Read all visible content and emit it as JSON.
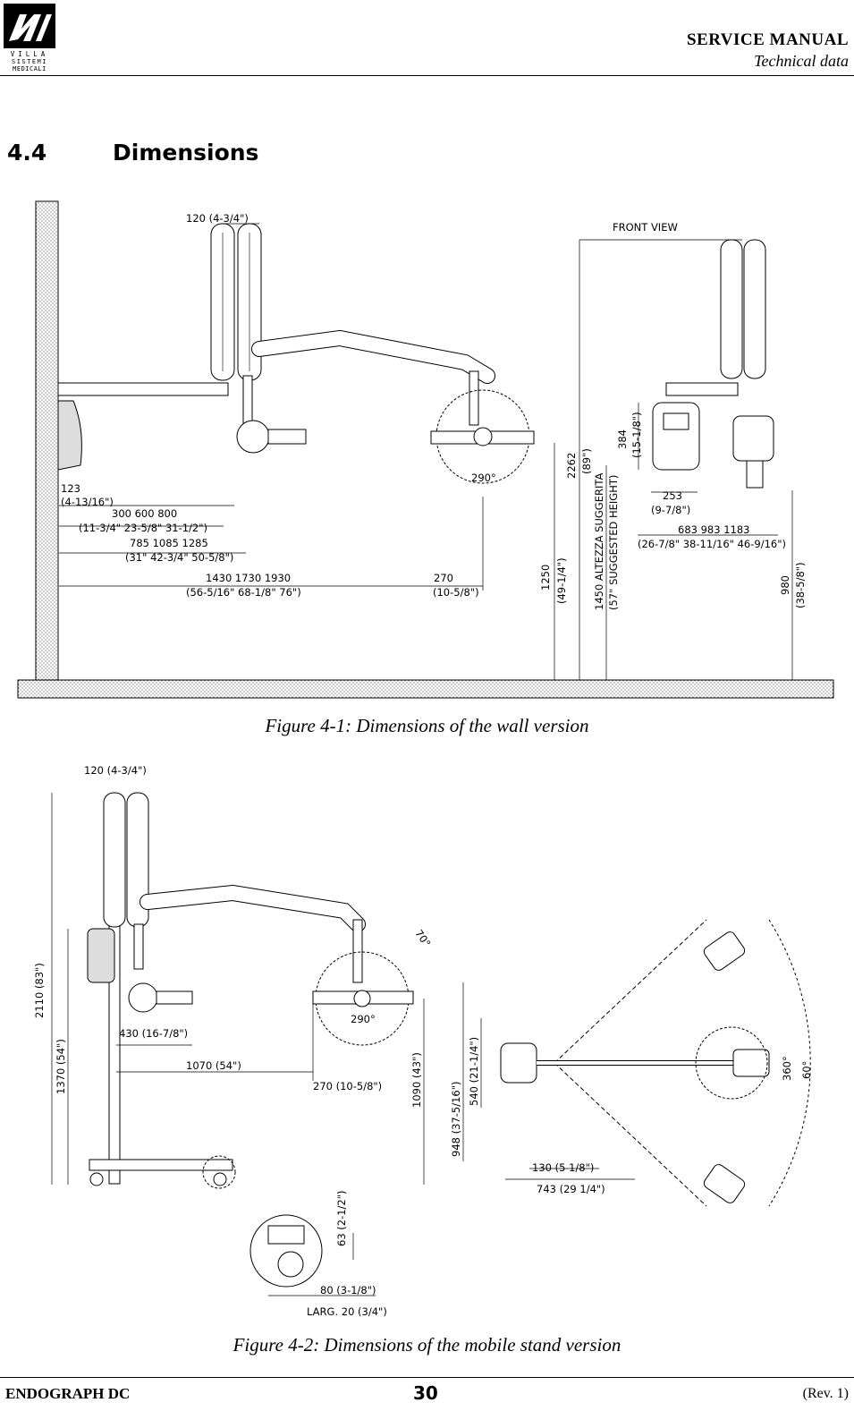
{
  "header": {
    "logo_letters": "VILLA SISTEMI MEDICALI",
    "title": "SERVICE MANUAL",
    "subtitle": "Technical data"
  },
  "section": {
    "number": "4.4",
    "title": "Dimensions"
  },
  "figure1": {
    "caption": "Figure 4-1: Dimensions of the wall version",
    "front_view": "FRONT VIEW",
    "labels": {
      "d120": "120  (4-3/4\")",
      "d123": "123",
      "d123i": "(4-13/16\")",
      "d300": "300 600 800",
      "d300i": "(11-3/4\" 23-5/8\" 31-1/2\")",
      "d785": "785 1085 1285",
      "d785i": "(31\" 42-3/4\" 50-5/8\")",
      "d1430": "1430 1730 1930",
      "d1430i": "(56-5/16\" 68-1/8\" 76\")",
      "d270": "270",
      "d270i": "(10-5/8\")",
      "rot290": "290°",
      "d1250": "1250",
      "d1250i": "(49-1/4\")",
      "d2262": "2262",
      "d2262i": "(89\")",
      "d1450": "1450 ALTEZZA SUGGERITA",
      "d1450i": "(57\" SUGGESTED HEIGHT)",
      "d384": "384",
      "d384i": "(15-1/8\")",
      "d253": "253",
      "d253i": "(9-7/8\")",
      "d683": "683 983 1183",
      "d683i": "(26-7/8\" 38-11/16\" 46-9/16\")",
      "d980": "980",
      "d980i": "(38-5/8\")"
    }
  },
  "figure2": {
    "caption": "Figure 4-2: Dimensions of the mobile stand version",
    "labels": {
      "d120": "120 (4-3/4\")",
      "rot70": "70°",
      "rot290": "290°",
      "d2110": "2110 (83\")",
      "d1370": "1370 (54\")",
      "d430": "430 (16-7/8\")",
      "d1070": "1070 (54\")",
      "d270": "270 (10-5/8\")",
      "d1090": "1090 (43\")",
      "d948": "948 (37-5/16\")",
      "d540": "540 (21-1/4\")",
      "d130": "130 (5 1/8\")",
      "d743": "743 (29 1/4\")",
      "rot360": "360°",
      "rot60": "60°",
      "d63": "63 (2-1/2\")",
      "d80": "80 (3-1/8\")",
      "larg": "LARG. 20 (3/4\")"
    }
  },
  "footer": {
    "product": "ENDOGRAPH DC",
    "page": "30",
    "revision": "(Rev. 1)"
  }
}
